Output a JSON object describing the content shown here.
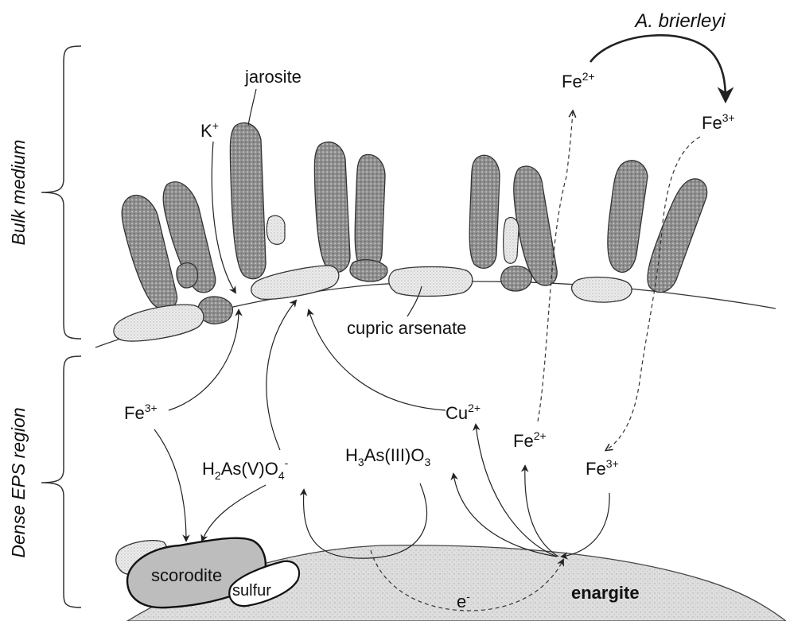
{
  "side_labels": {
    "bulk_medium": "Bulk medium",
    "dense_eps": "Dense EPS region"
  },
  "organism": "A. brierleyi",
  "minerals": {
    "jarosite": "jarosite",
    "cupric_arsenate": "cupric arsenate",
    "scorodite": "scorodite",
    "sulfur": "sulfur",
    "enargite": "enargite"
  },
  "ions": {
    "k_plus": {
      "base": "K",
      "sup": "+"
    },
    "fe3_left": {
      "base": "Fe",
      "sup": "3+"
    },
    "cu2": {
      "base": "Cu",
      "sup": "2+"
    },
    "fe2_low": {
      "base": "Fe",
      "sup": "2+"
    },
    "fe3_low": {
      "base": "Fe",
      "sup": "3+"
    },
    "fe2_top": {
      "base": "Fe",
      "sup": "2+"
    },
    "fe3_top": {
      "base": "Fe",
      "sup": "3+"
    },
    "electron": {
      "base": "e",
      "sup": "-"
    },
    "arsenate": {
      "p1": "H",
      "s1": "2",
      "p2": "As(V)O",
      "s2": "4",
      "sup": "-"
    },
    "arsenite": {
      "p1": "H",
      "s1": "3",
      "p2": "As(III)O",
      "s2": "3"
    }
  },
  "colors": {
    "jarosite_fill": "#9a9a9a",
    "arsenate_fill": "#e6e6e6",
    "enargite_fill": "#dcdcdc",
    "scorodite_fill": "#bdbdbd",
    "ink": "#222222"
  }
}
